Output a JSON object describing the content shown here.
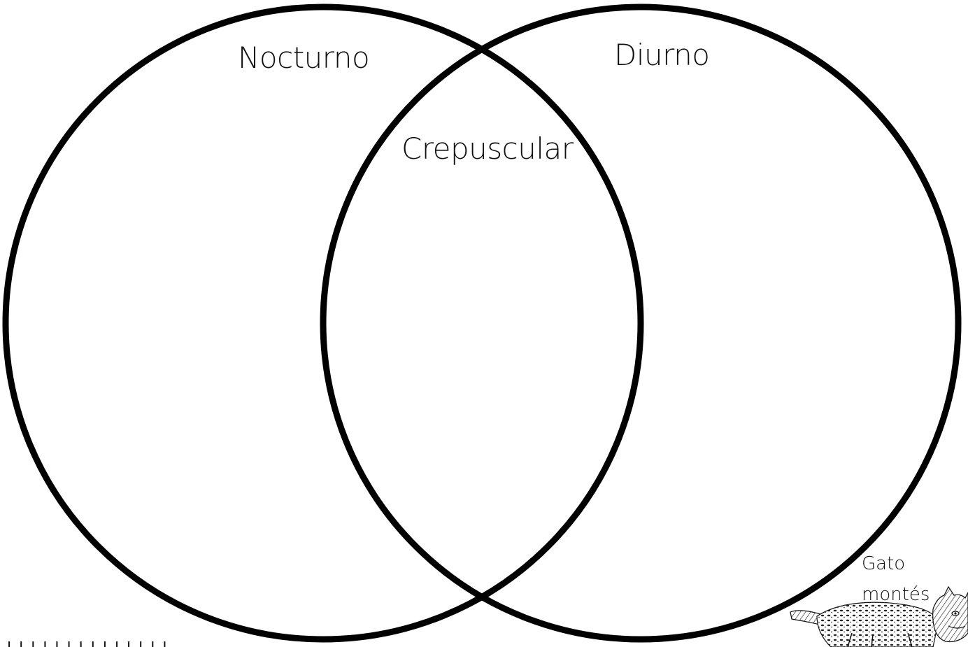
{
  "diagram": {
    "type": "venn",
    "sets": {
      "left": "Nocturno",
      "right": "Diurno",
      "intersection": "Crepuscular"
    }
  },
  "caption": {
    "line1": "Gato",
    "line2": "montés"
  },
  "illustration": {
    "icon": "bobcat-illustration"
  },
  "colors": {
    "stroke": "#000000",
    "background": "#ffffff"
  }
}
